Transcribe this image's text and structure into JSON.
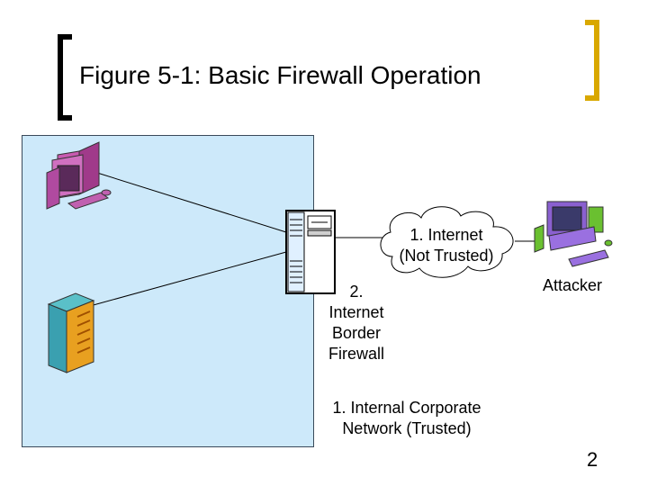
{
  "slide": {
    "title": "Figure 5-1: Basic Firewall Operation",
    "page_number": "2"
  },
  "diagram": {
    "internet_label_line1": "1. Internet",
    "internet_label_line2": "(Not Trusted)",
    "firewall_label_line1": "2.",
    "firewall_label_line2": "Internet",
    "firewall_label_line3": "Border",
    "firewall_label_line4": "Firewall",
    "attacker_label": "Attacker",
    "internal_label_line1": "1. Internal Corporate",
    "internal_label_line2": "Network (Trusted)"
  },
  "icons": [
    "desktop-computer-icon",
    "server-icon",
    "firewall-device-icon",
    "cloud-icon",
    "attacker-computer-icon"
  ]
}
